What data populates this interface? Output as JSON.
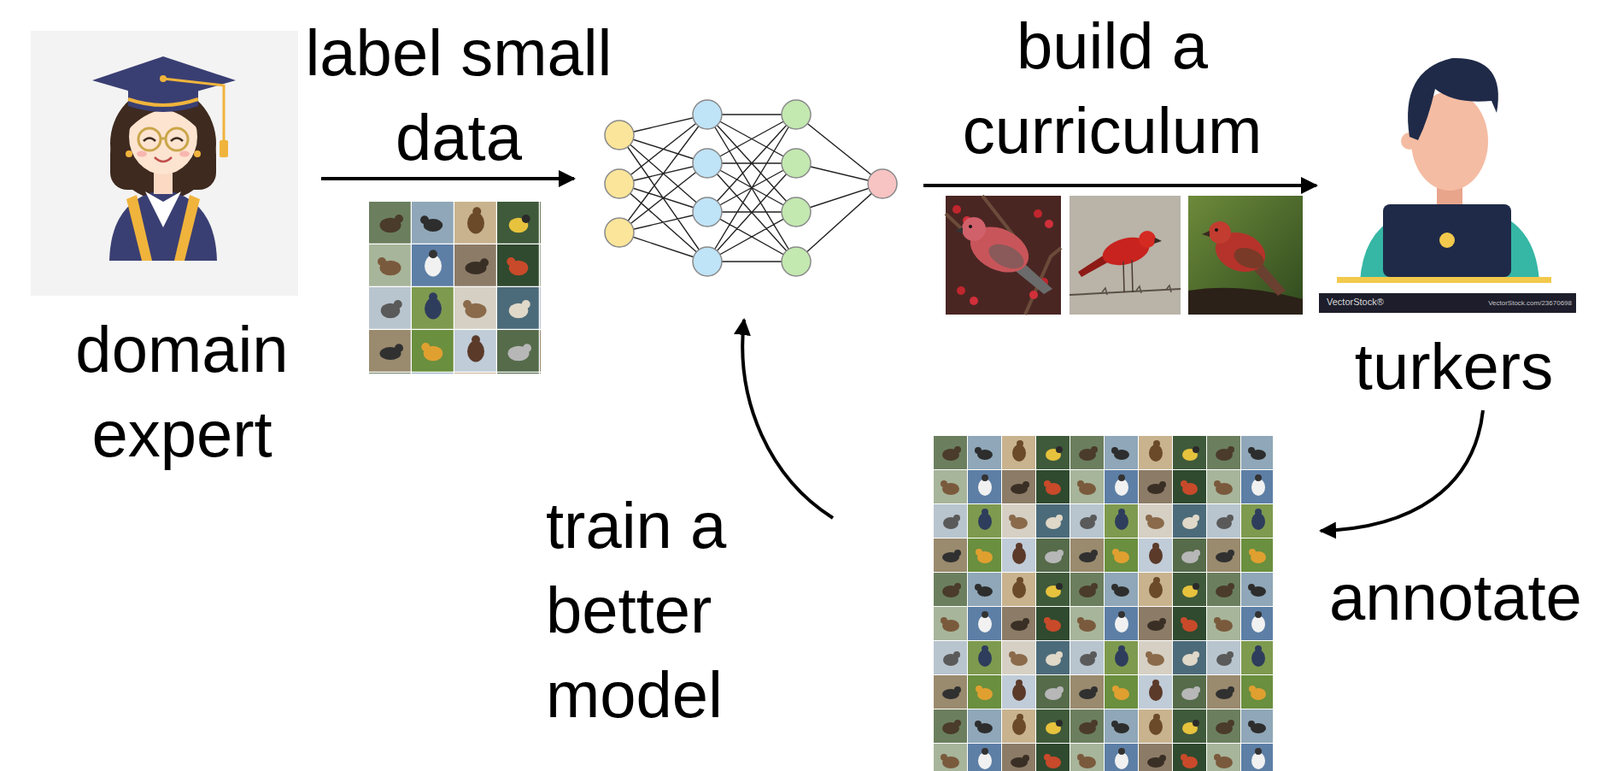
{
  "diagram": {
    "nodes": [
      {
        "text": [
          "domain expert"
        ]
      },
      {
        "text": [
          "turkers"
        ]
      }
    ],
    "labels": [
      "label small data",
      "build a curriculum",
      "VectorStock®",
      "VectorStock.com/23670698",
      "train a better model",
      "annotate"
    ]
  }
}
